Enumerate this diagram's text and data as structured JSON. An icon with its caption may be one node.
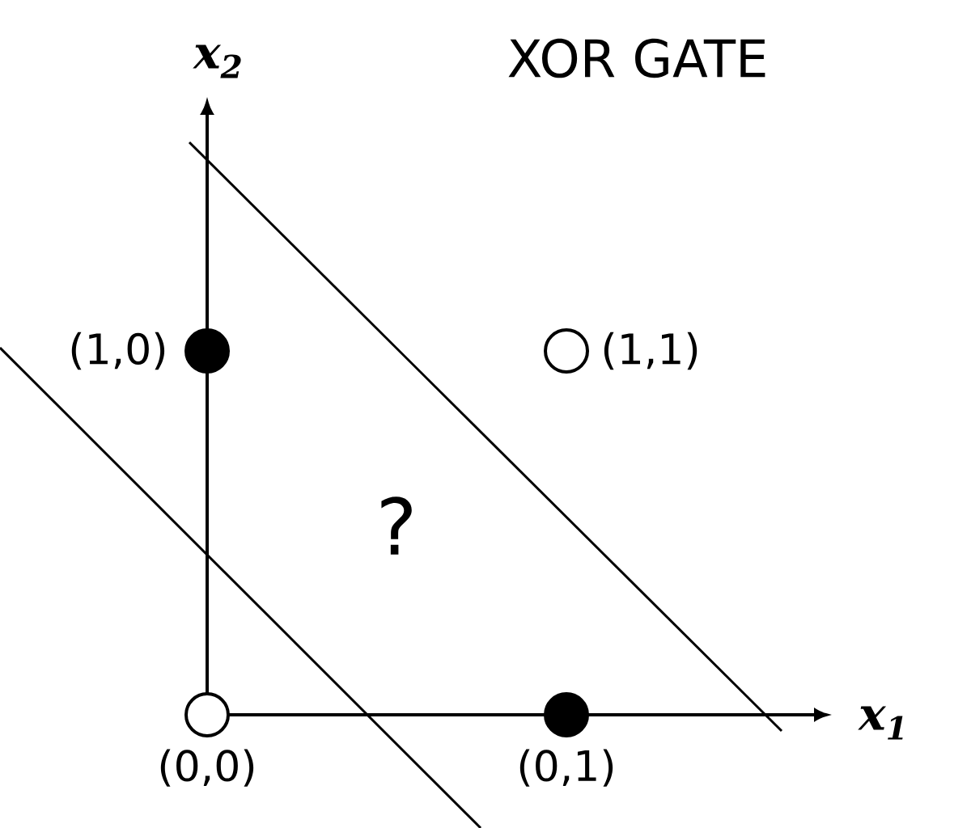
{
  "diagram": {
    "title": "XOR GATE",
    "nodes": [
      {
        "text": [],
        "shape": "dot",
        "beside": [
          "(1,0)"
        ]
      },
      {
        "text": [],
        "shape": "circle",
        "beside": [
          "(1,1)"
        ]
      },
      {
        "text": [],
        "shape": "circle",
        "beside": [
          "(0,0)"
        ]
      },
      {
        "text": [],
        "shape": "dot",
        "beside": [
          "(0,1)"
        ]
      }
    ],
    "labels": [
      "x$_{2}$",
      "?",
      "x$_{1}$"
    ]
  }
}
